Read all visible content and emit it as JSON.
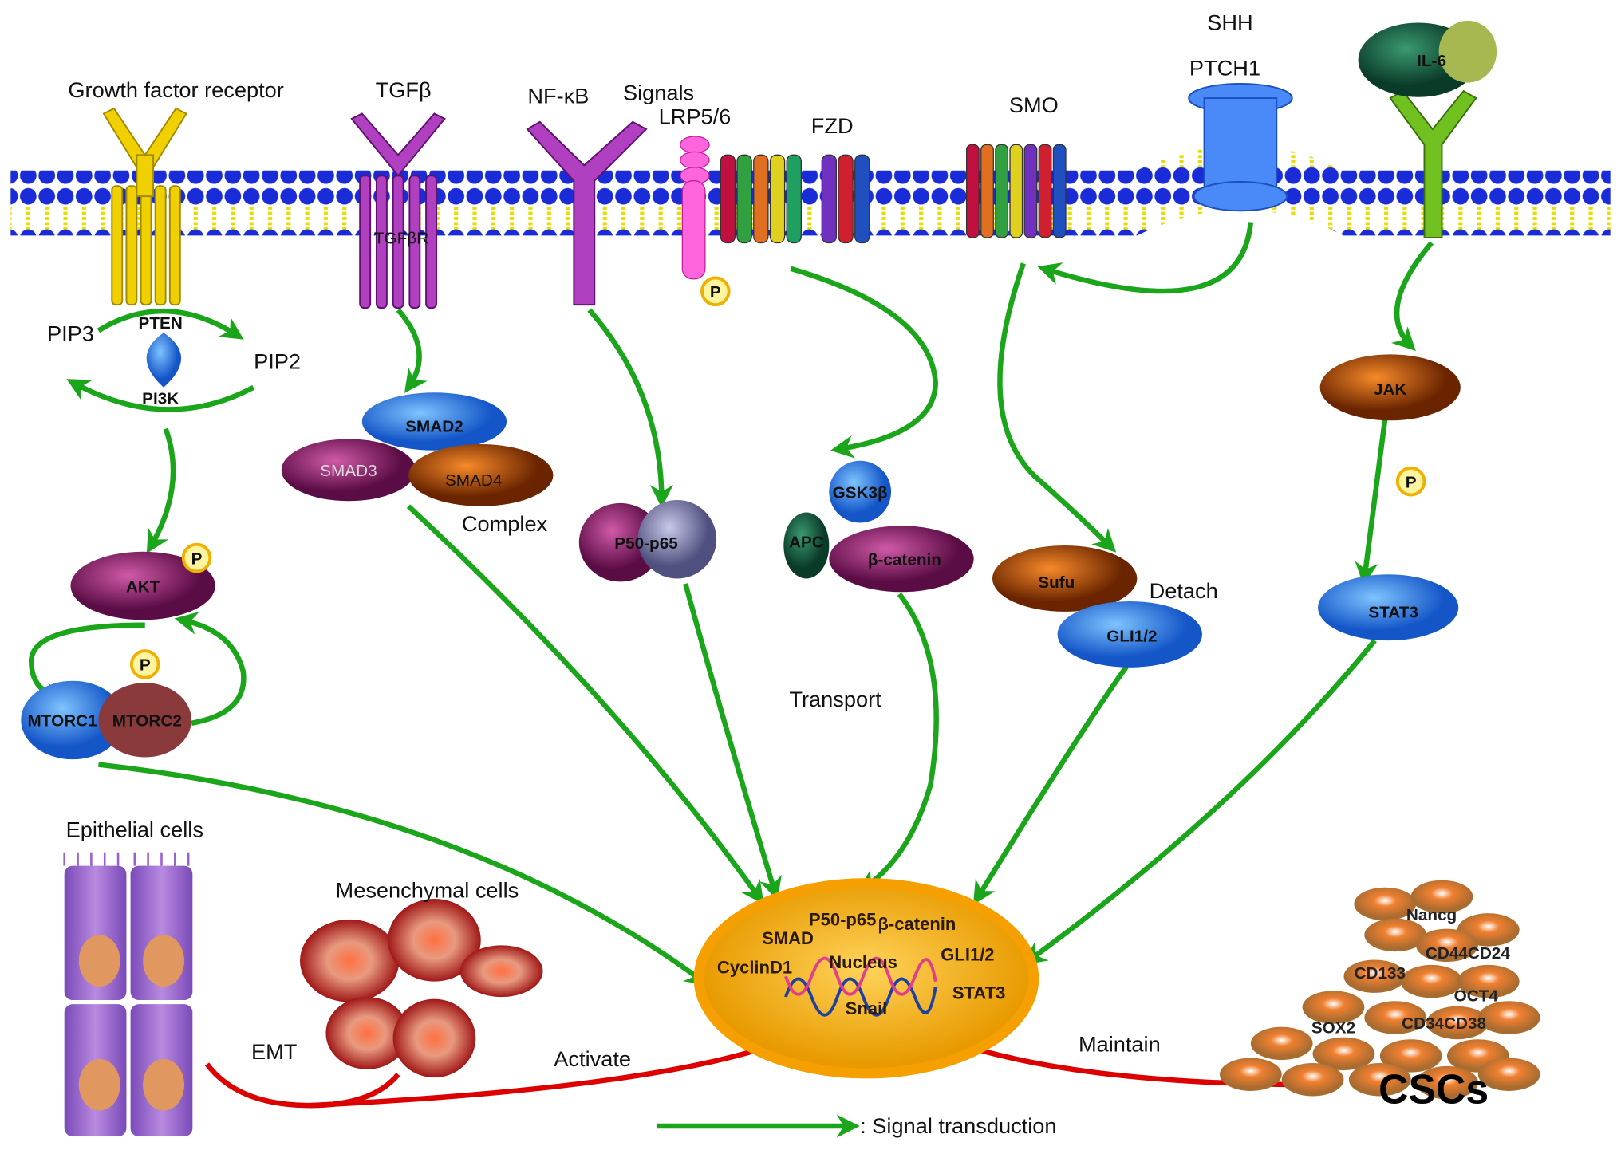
{
  "membrane_labels": {
    "growth_factor_receptor": "Growth factor receptor",
    "tgfb": "TGFβ",
    "nfkb": "NF-κB",
    "signals": "Signals",
    "lrp": "LRP5/6",
    "fzd": "FZD",
    "smo": "SMO",
    "shh": "SHH",
    "ptch1": "PTCH1",
    "il6": "IL-6",
    "tgfbr": "TGFβR"
  },
  "cytoplasm": {
    "pip3": "PIP3",
    "pten": "PTEN",
    "pip2": "PIP2",
    "pi3k": "PI3K",
    "akt": "AKT",
    "mtorc1": "MTORC1",
    "mtorc2": "MTORC2",
    "smad2": "SMAD2",
    "smad3": "SMAD3",
    "smad4": "SMAD4",
    "complex": "Complex",
    "p50p65": "P50-p65",
    "gsk3b": "GSK3β",
    "apc": "APC",
    "bcatenin": "β-catenin",
    "transport": "Transport",
    "sufu": "Sufu",
    "detach": "Detach",
    "gli": "GLI1/2",
    "jak": "JAK",
    "stat3": "STAT3",
    "phospho": "P"
  },
  "nucleus": {
    "title": "Nucleus",
    "items": [
      "P50-p65",
      "β-catenin",
      "SMAD",
      "GLI1/2",
      "CyclinD1",
      "STAT3",
      "Snail"
    ]
  },
  "cells": {
    "epithelial": "Epithelial cells",
    "mesenchymal": "Mesenchymal cells",
    "emt": "EMT",
    "activate": "Activate",
    "maintain": "Maintain",
    "cscs": "CSCs",
    "csc_markers": [
      "Nancg",
      "CD44CD24",
      "CD133",
      "OCT4",
      "SOX2",
      "CD34CD38"
    ]
  },
  "legend": {
    "label": ": Signal transduction"
  },
  "colors": {
    "arrow": "#1aa51a",
    "inhibit": "#dd0000",
    "nucleus": "#f2a900",
    "membrane_head": "#1a2bd8",
    "membrane_tail": "#f5e600"
  }
}
